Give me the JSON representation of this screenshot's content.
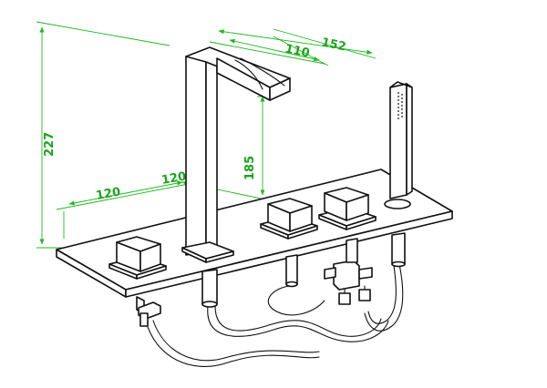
{
  "dimensions": {
    "overall_height": "227",
    "spout_height": "185",
    "spout_reach": "110",
    "spout_depth": "152",
    "left_spacing": "120",
    "center_spacing": "120"
  },
  "watermark": "",
  "colors": {
    "dimension_lines": "#1fb81f",
    "drawing": "#111111",
    "background": "#ffffff"
  }
}
